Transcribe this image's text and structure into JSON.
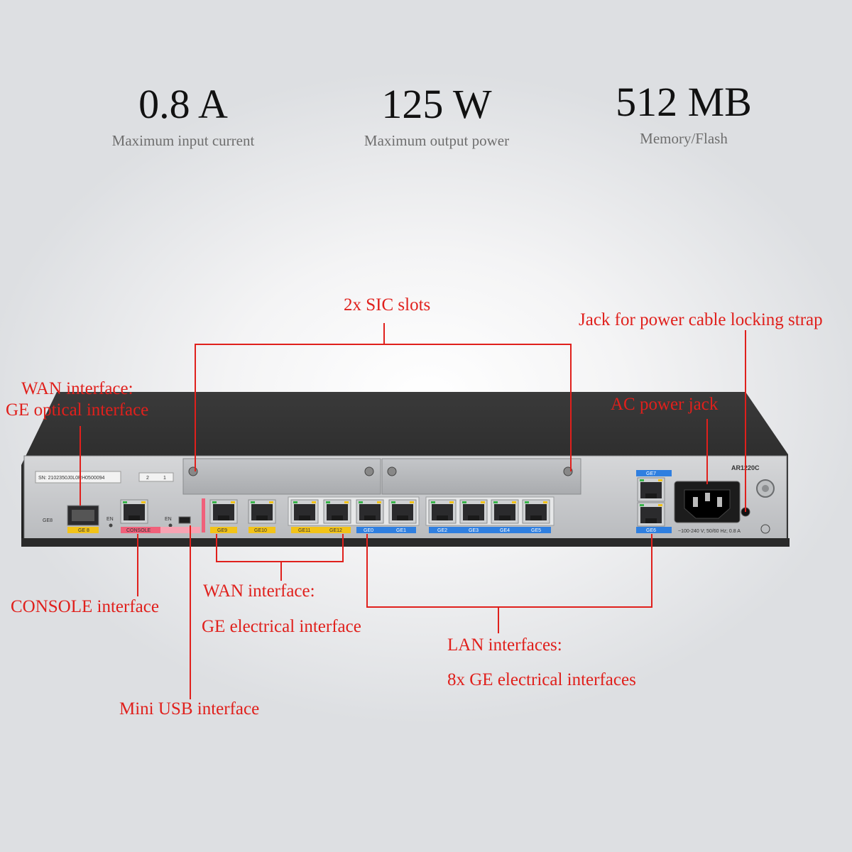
{
  "specs": [
    {
      "value": "0.8 A",
      "label": "Maximum input current"
    },
    {
      "value": "125 W",
      "label": "Maximum output power"
    },
    {
      "value": "512 MB",
      "label": "Memory/Flash"
    }
  ],
  "callouts": {
    "sic_slots": "2x SIC slots",
    "lock_jack": "Jack for power cable locking strap",
    "ac_jack": "AC power jack",
    "wan_optical_1": "WAN interface:",
    "wan_optical_2": "GE optical interface",
    "console": "CONSOLE interface",
    "wan_elec_1": "WAN interface:",
    "wan_elec_2": "GE electrical interface",
    "lan_1": "LAN interfaces:",
    "lan_2": "8x GE electrical interfaces",
    "usb": "Mini USB interface"
  },
  "device": {
    "model": "AR1220C",
    "serial": "SN: 2102350J0L0RH0500094",
    "slot_numbers": [
      "2",
      "1"
    ],
    "power_rating": "~100-240 V; 50/60 Hz; 0.8 A",
    "en_label": "EN",
    "ports": {
      "sfp": "GE 8",
      "sfp_side": "GE8",
      "console": "CONSOLE",
      "wan": [
        "GE9",
        "GE10",
        "GE11",
        "GE12"
      ],
      "lan_left": [
        "GE0",
        "GE1"
      ],
      "lan_right": [
        "GE2",
        "GE3",
        "GE4",
        "GE5"
      ],
      "lan_stack": [
        "GE7",
        "GE6"
      ]
    }
  },
  "colors": {
    "accent": "#e0201c",
    "wan_tag": "#f2c318",
    "lan_tag": "#2f7fe0",
    "console_tag": "#f0607a"
  }
}
